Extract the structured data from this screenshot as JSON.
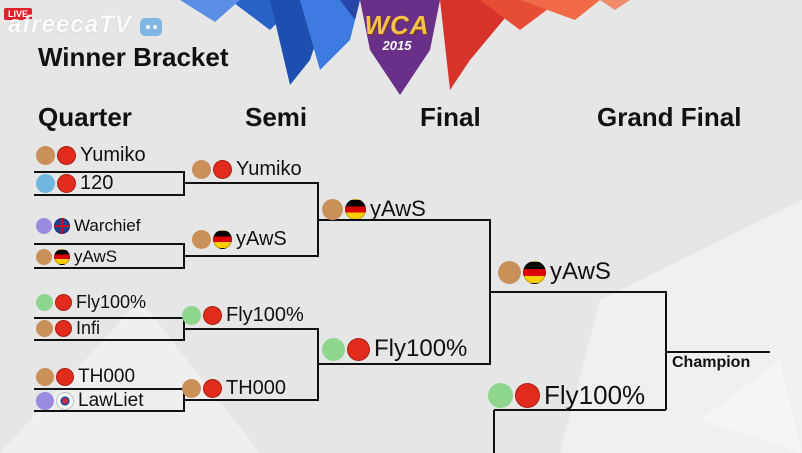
{
  "broadcast": {
    "live_badge": "LIVE",
    "channel_logo": "afreecaTV",
    "event_logo": "WCA",
    "event_year": "2015"
  },
  "bracket": {
    "title": "Winner Bracket",
    "rounds": [
      "Quarter",
      "Semi",
      "Final",
      "Grand Final"
    ],
    "quarter": [
      {
        "player": "Yumiko",
        "race": "human",
        "country": "China"
      },
      {
        "player": "120",
        "race": "undead",
        "country": "China"
      },
      {
        "player": "Warchief",
        "race": "nightelf",
        "country": "UK"
      },
      {
        "player": "yAwS",
        "race": "human",
        "country": "Germany"
      },
      {
        "player": "Fly100%",
        "race": "orc",
        "country": "China"
      },
      {
        "player": "Infi",
        "race": "human",
        "country": "China"
      },
      {
        "player": "TH000",
        "race": "human",
        "country": "China"
      },
      {
        "player": "LawLiet",
        "race": "nightelf",
        "country": "Korea"
      }
    ],
    "semi": [
      {
        "player": "Yumiko",
        "race": "human",
        "country": "China"
      },
      {
        "player": "yAwS",
        "race": "human",
        "country": "Germany"
      },
      {
        "player": "Fly100%",
        "race": "orc",
        "country": "China"
      },
      {
        "player": "TH000",
        "race": "human",
        "country": "China"
      }
    ],
    "final": [
      {
        "player": "yAwS",
        "race": "human",
        "country": "Germany"
      },
      {
        "player": "Fly100%",
        "race": "orc",
        "country": "China"
      }
    ],
    "grand_final": [
      {
        "player": "yAwS",
        "race": "human",
        "country": "Germany"
      },
      {
        "player": "Fly100%",
        "race": "orc",
        "country": "China"
      }
    ],
    "champion_label": "Champion"
  },
  "colors": {
    "human": "#c9905a",
    "undead": "#6fb7e0",
    "nightelf": "#9a8be0",
    "orc": "#8ed68e",
    "China": "#e02b1d",
    "Germany": "#000000",
    "UK": "#1f3f8f",
    "Korea": "#ffffff",
    "line": "#111111"
  }
}
